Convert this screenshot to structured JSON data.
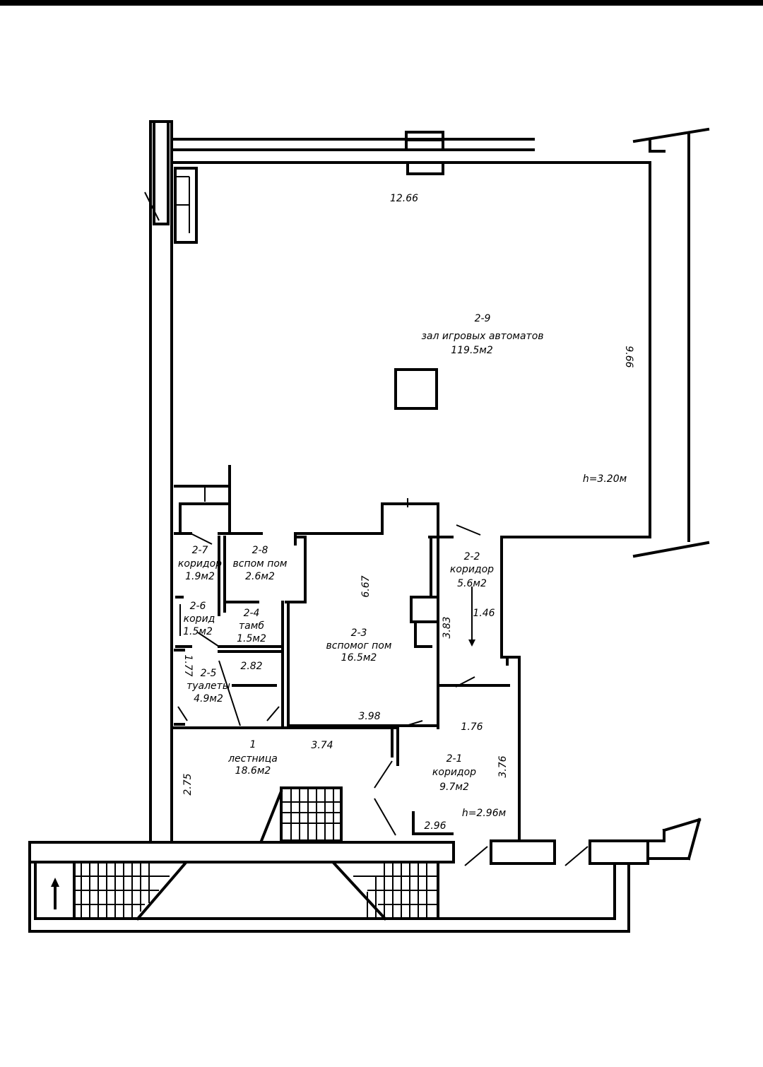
{
  "rooms": [
    {
      "id": "2-9",
      "name": "зал игровых автоматов",
      "area": "119.5м2"
    },
    {
      "id": "2-7",
      "name": "коридор",
      "area": "1.9м2"
    },
    {
      "id": "2-8",
      "name": "вспом пом",
      "area": "2.6м2"
    },
    {
      "id": "2-2",
      "name": "коридор",
      "area": "5.6м2"
    },
    {
      "id": "2-6",
      "name": "корид",
      "area": "1.5м2"
    },
    {
      "id": "2-4",
      "name": "тамб",
      "area": "1.5м2"
    },
    {
      "id": "2-3",
      "name": "вспомог пом",
      "area": "16.5м2"
    },
    {
      "id": "2-5",
      "name": "туалеты",
      "area": "4.9м2"
    },
    {
      "id": "1",
      "name": "лестница",
      "area": "18.6м2"
    },
    {
      "id": "2-1",
      "name": "коридор",
      "area": "9.7м2"
    }
  ],
  "dimensions": {
    "top_width": "12.66",
    "right_height": "9.66",
    "ceiling_hall": "h=3.20м",
    "d_667": "6.67",
    "d_146": "1.46",
    "d_383": "3.83",
    "d_282": "2.82",
    "d_177": "1.77",
    "d_398": "3.98",
    "d_176": "1.76",
    "d_374": "3.74",
    "d_376": "3.76",
    "d_275": "2.75",
    "d_296": "2.96",
    "ceiling_corridor": "h=2.96м"
  },
  "icons": {
    "north_arrow": "up-arrow-icon"
  }
}
